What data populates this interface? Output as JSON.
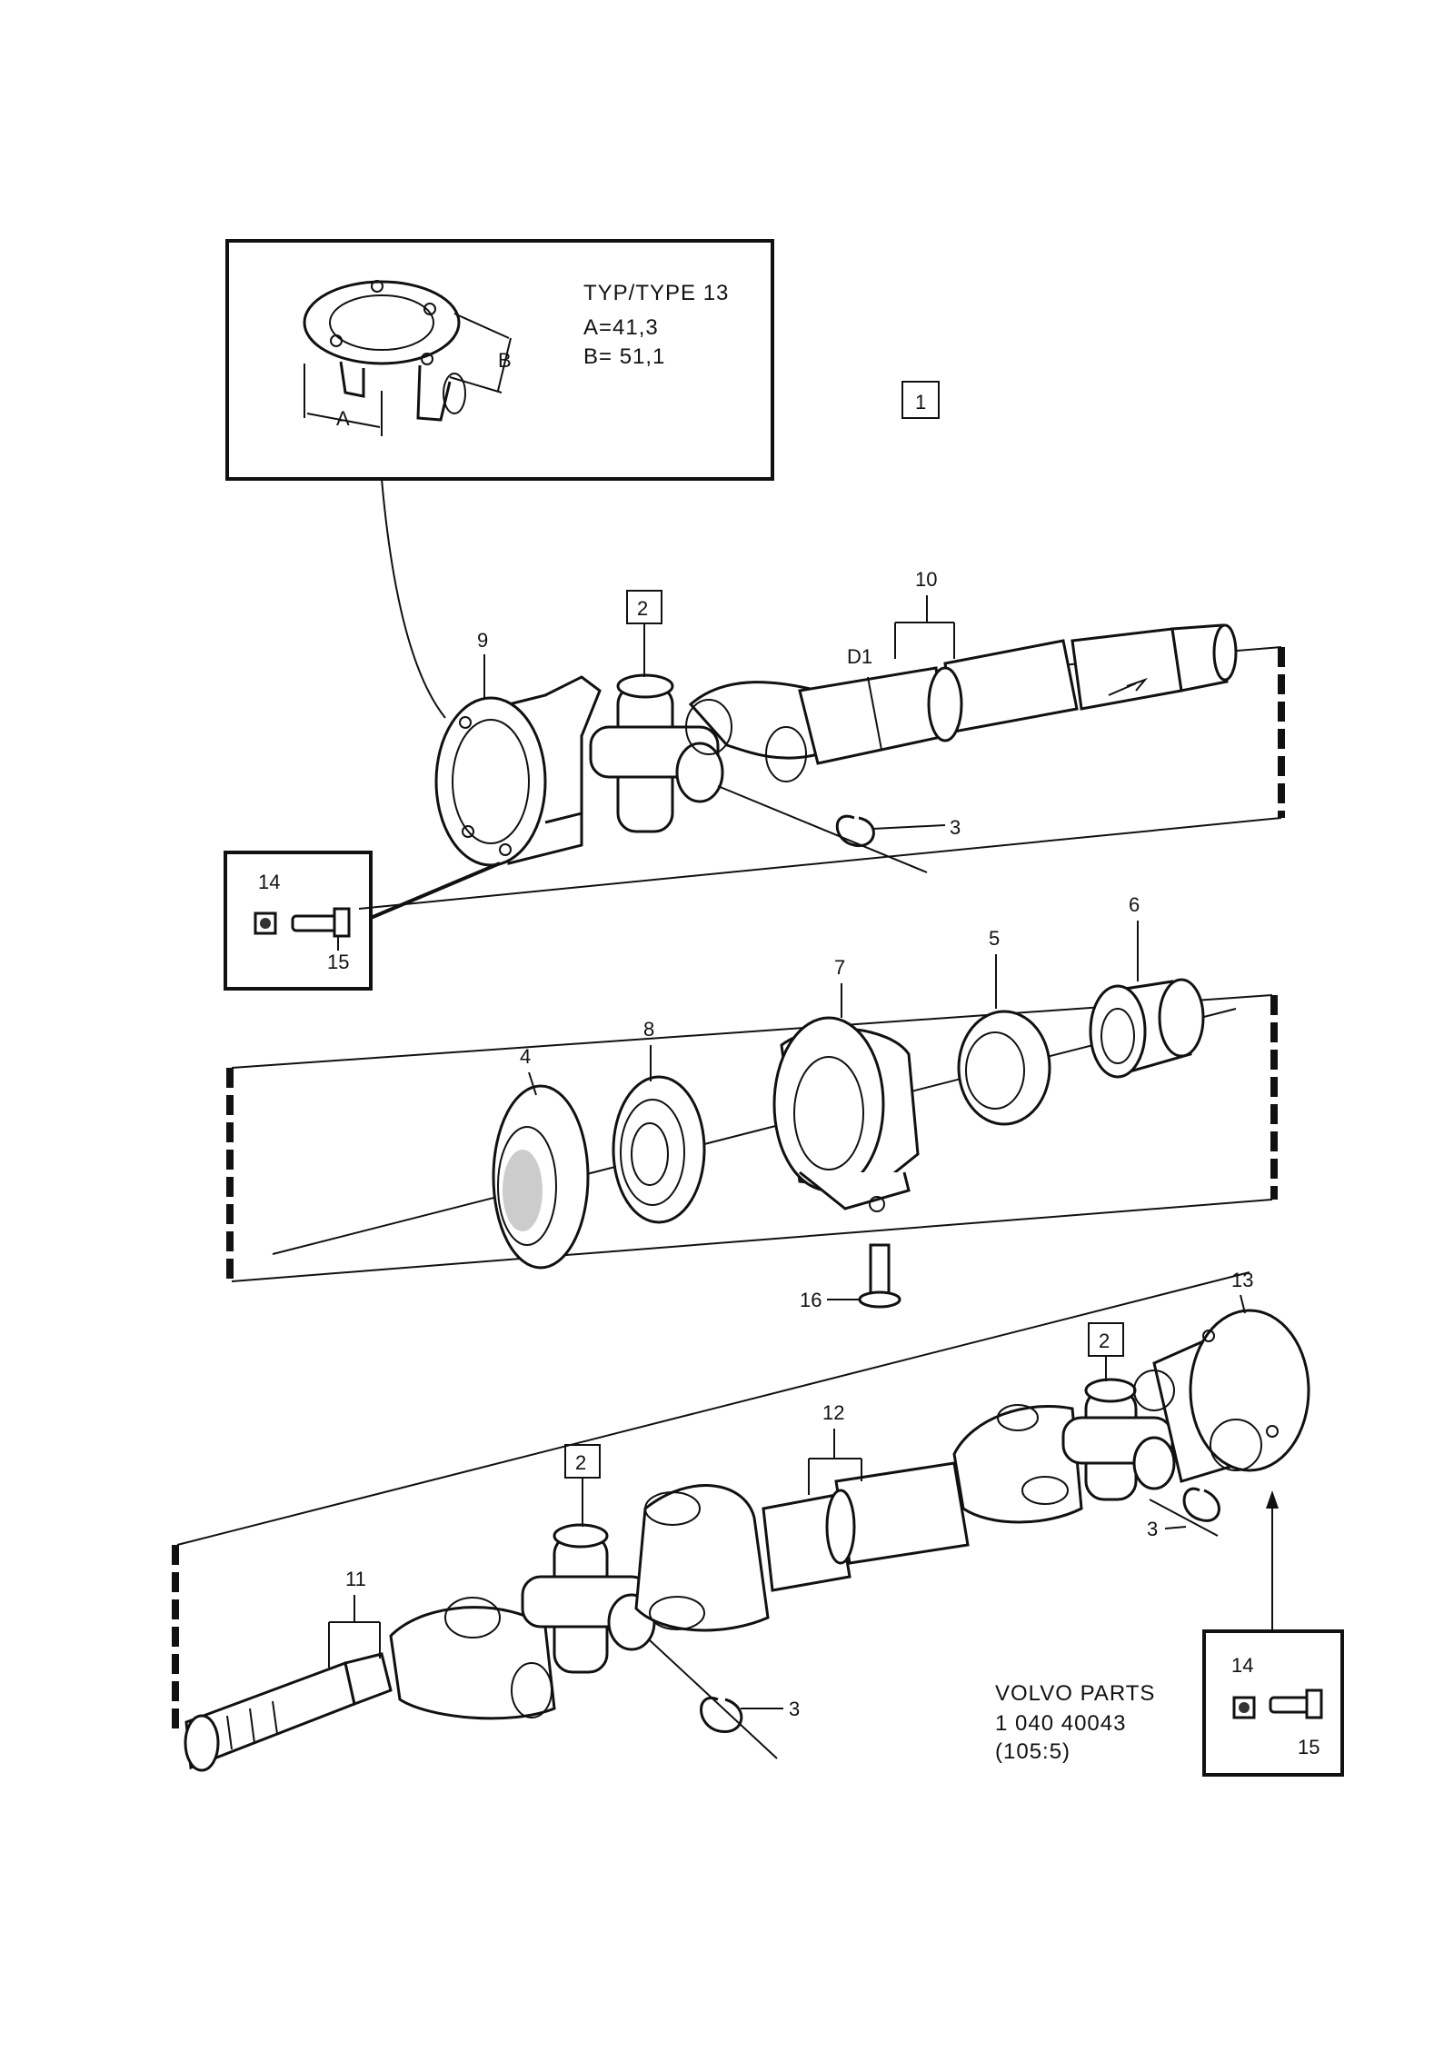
{
  "inset": {
    "title": "TYP/TYPE 13",
    "a_value": "A=41,3",
    "b_value": "B= 51,1",
    "dim_a": "A",
    "dim_b": "B"
  },
  "group_box_label": "1",
  "upper_shaft": {
    "box_label": "2",
    "dimension": "D1",
    "callouts": [
      "9",
      "10",
      "3"
    ]
  },
  "fastener_box_left": {
    "nut": "14",
    "bolt": "15"
  },
  "bearing_section": {
    "callouts": [
      "4",
      "8",
      "7",
      "5",
      "6",
      "16"
    ]
  },
  "lower_shaft": {
    "box_labels": [
      "2",
      "2"
    ],
    "callouts": [
      "13",
      "12",
      "11",
      "3",
      "3"
    ]
  },
  "fastener_box_right": {
    "nut": "14",
    "bolt": "15"
  },
  "reference": {
    "line1": "VOLVO PARTS",
    "line2": "1  040  40043",
    "line3": "(105:5)"
  }
}
